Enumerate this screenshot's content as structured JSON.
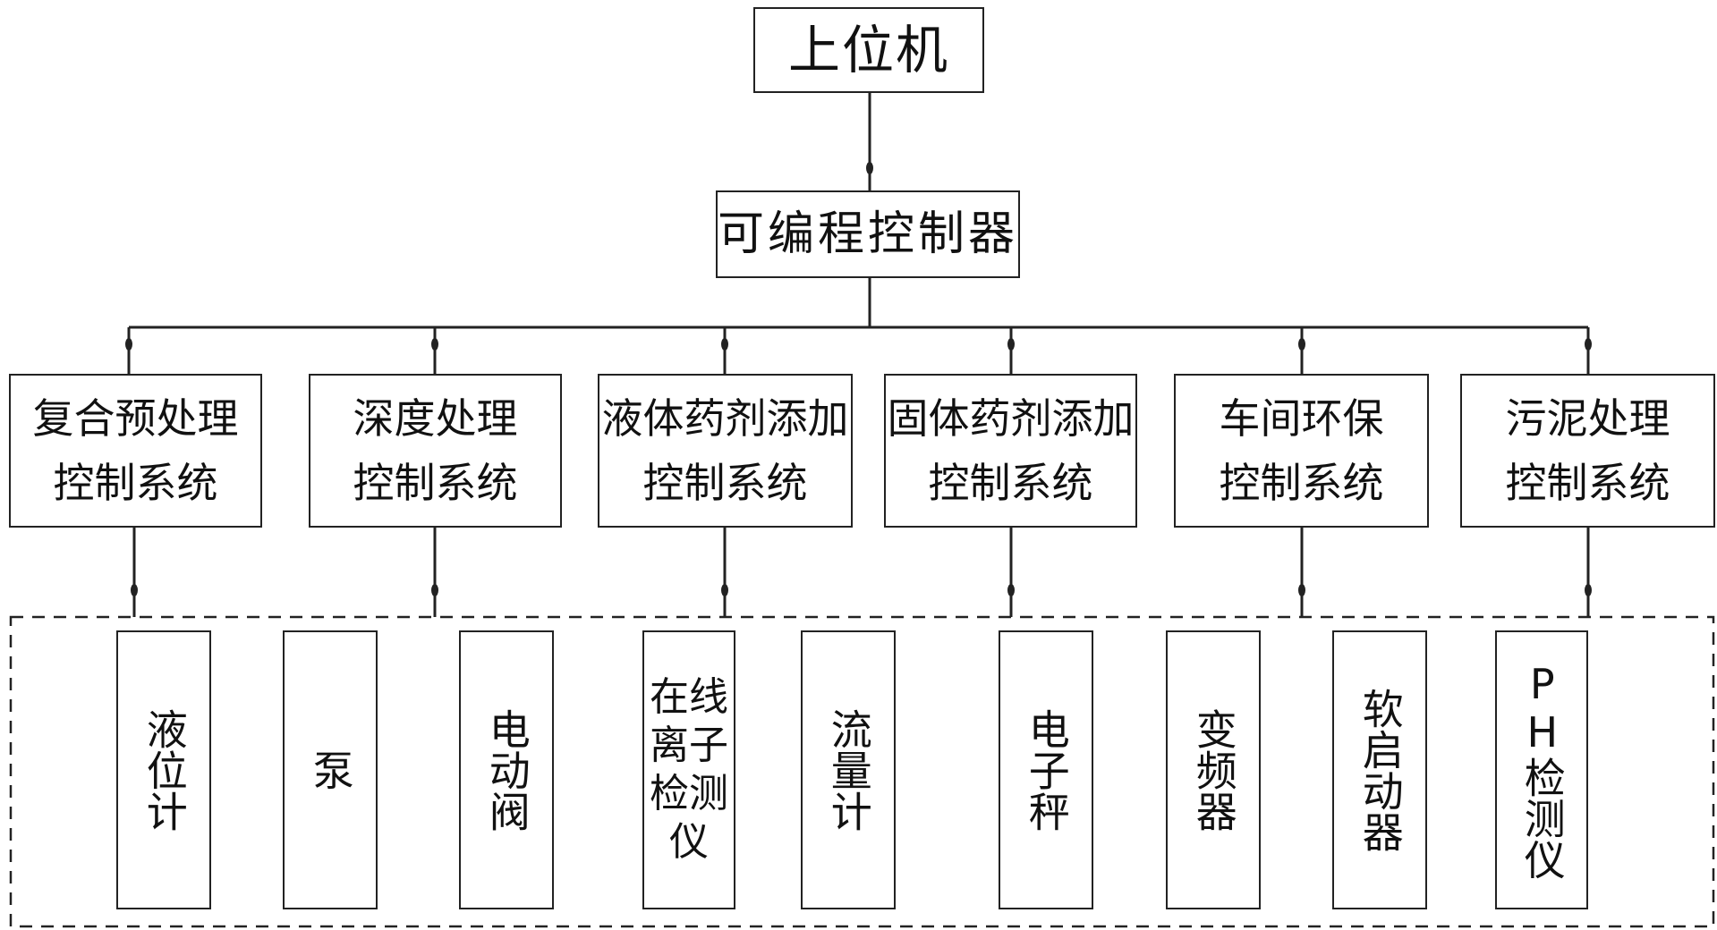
{
  "diagram": {
    "top": {
      "label": "上位机"
    },
    "controller": {
      "label": "可编程控制器"
    },
    "subsystems": [
      {
        "line1": "复合预处理",
        "line2": "控制系统"
      },
      {
        "line1": "深度处理",
        "line2": "控制系统"
      },
      {
        "line1": "液体药剂添加",
        "line2": "控制系统"
      },
      {
        "line1": "固体药剂添加",
        "line2": "控制系统"
      },
      {
        "line1": "车间环保",
        "line2": "控制系统"
      },
      {
        "line1": "污泥处理",
        "line2": "控制系统"
      }
    ],
    "devices": [
      {
        "label": "液位计"
      },
      {
        "label": "泵"
      },
      {
        "label": "电动阀"
      },
      {
        "lines": [
          "在线",
          "离子",
          "检测",
          "仪"
        ]
      },
      {
        "label": "流量计"
      },
      {
        "label": "电子秤"
      },
      {
        "label": "变频器"
      },
      {
        "label": "软启动器"
      },
      {
        "label": "PH检测仪"
      }
    ]
  }
}
